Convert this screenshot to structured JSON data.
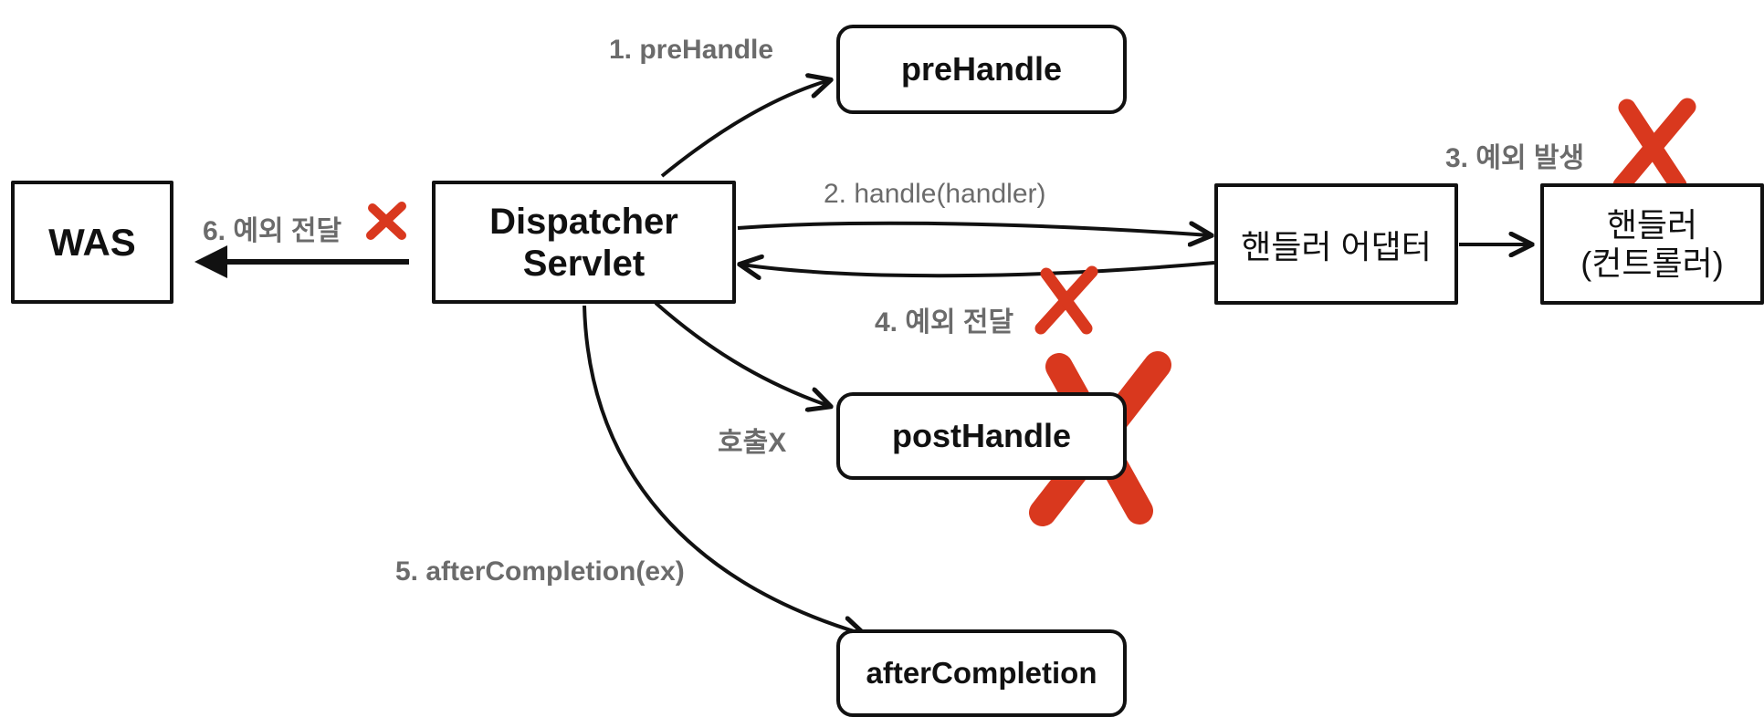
{
  "nodes": {
    "was": "WAS",
    "dispatcher": [
      "Dispatcher",
      "Servlet"
    ],
    "handler_adapter": "핸들러 어댑터",
    "handler": [
      "핸들러",
      "(컨트롤러)"
    ],
    "pre_handle": "preHandle",
    "post_handle": "postHandle",
    "after_completion": "afterCompletion"
  },
  "edges": {
    "pre_handle": "1. preHandle",
    "handle": "2. handle(handler)",
    "exception_occurs": "3. 예외 발생",
    "exception_propagate_4": "4. 예외 전달",
    "after_completion": "5. afterCompletion(ex)",
    "exception_propagate_6": "6. 예외 전달",
    "not_called": "호출X"
  },
  "colors": {
    "stroke": "#111111",
    "label": "#6b6b6b",
    "cross": "#d9381e"
  }
}
